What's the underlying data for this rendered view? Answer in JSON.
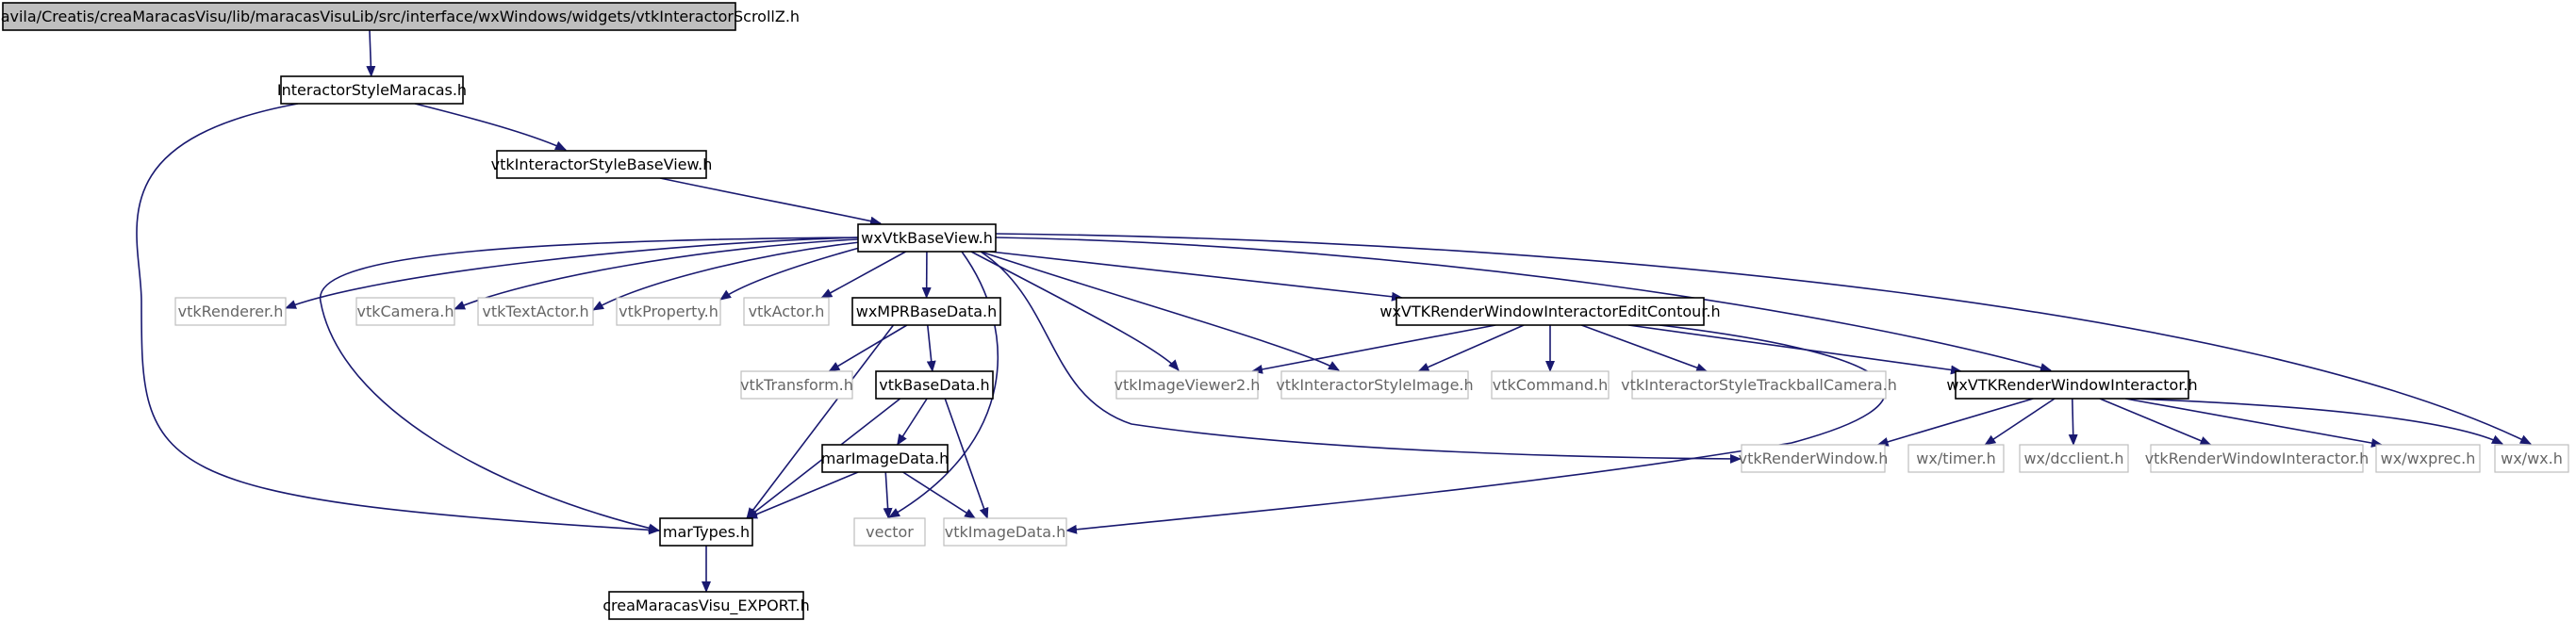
{
  "colors": {
    "edge": "#191970",
    "root_fill": "#bfbfbf",
    "node_border": "#000000",
    "external_border": "#bfbfbf",
    "external_text": "#666666"
  },
  "nodes": [
    {
      "id": "root",
      "label": "/Users/davila/Creatis/creaMaracasVisu/lib/maracasVisuLib/src/interface/wxWindows/widgets/vtkInteractorScrollZ.h",
      "kind": "root"
    },
    {
      "id": "ism",
      "label": "InteractorStyleMaracas.h",
      "kind": "internal"
    },
    {
      "id": "isbv",
      "label": "vtkInteractorStyleBaseView.h",
      "kind": "internal"
    },
    {
      "id": "wxvbv",
      "label": "wxVtkBaseView.h",
      "kind": "internal"
    },
    {
      "id": "renderer",
      "label": "vtkRenderer.h",
      "kind": "external"
    },
    {
      "id": "camera",
      "label": "vtkCamera.h",
      "kind": "external"
    },
    {
      "id": "textactor",
      "label": "vtkTextActor.h",
      "kind": "external"
    },
    {
      "id": "property",
      "label": "vtkProperty.h",
      "kind": "external"
    },
    {
      "id": "actor",
      "label": "vtkActor.h",
      "kind": "external"
    },
    {
      "id": "mpr",
      "label": "wxMPRBaseData.h",
      "kind": "internal"
    },
    {
      "id": "editcontour",
      "label": "wxVTKRenderWindowInteractorEditContour.h",
      "kind": "internal"
    },
    {
      "id": "transform",
      "label": "vtkTransform.h",
      "kind": "external"
    },
    {
      "id": "basedata",
      "label": "vtkBaseData.h",
      "kind": "internal"
    },
    {
      "id": "viewer2",
      "label": "vtkImageViewer2.h",
      "kind": "external"
    },
    {
      "id": "isimage",
      "label": "vtkInteractorStyleImage.h",
      "kind": "external"
    },
    {
      "id": "command",
      "label": "vtkCommand.h",
      "kind": "external"
    },
    {
      "id": "trackball",
      "label": "vtkInteractorStyleTrackballCamera.h",
      "kind": "external"
    },
    {
      "id": "rwi",
      "label": "wxVTKRenderWindowInteractor.h",
      "kind": "internal"
    },
    {
      "id": "marimage",
      "label": "marImageData.h",
      "kind": "internal"
    },
    {
      "id": "renderwindow",
      "label": "vtkRenderWindow.h",
      "kind": "external"
    },
    {
      "id": "timer",
      "label": "wx/timer.h",
      "kind": "external"
    },
    {
      "id": "dcclient",
      "label": "wx/dcclient.h",
      "kind": "external"
    },
    {
      "id": "vtkrwi",
      "label": "vtkRenderWindowInteractor.h",
      "kind": "external"
    },
    {
      "id": "wxprec",
      "label": "wx/wxprec.h",
      "kind": "external"
    },
    {
      "id": "wx",
      "label": "wx/wx.h",
      "kind": "external"
    },
    {
      "id": "martypes",
      "label": "marTypes.h",
      "kind": "internal"
    },
    {
      "id": "vector",
      "label": "vector",
      "kind": "external"
    },
    {
      "id": "imagedata",
      "label": "vtkImageData.h",
      "kind": "external"
    },
    {
      "id": "export",
      "label": "creaMaracasVisu_EXPORT.h",
      "kind": "internal"
    }
  ],
  "edges": [
    {
      "from": "root",
      "to": "ism"
    },
    {
      "from": "ism",
      "to": "isbv"
    },
    {
      "from": "ism",
      "to": "martypes"
    },
    {
      "from": "isbv",
      "to": "wxvbv"
    },
    {
      "from": "wxvbv",
      "to": "renderer"
    },
    {
      "from": "wxvbv",
      "to": "camera"
    },
    {
      "from": "wxvbv",
      "to": "textactor"
    },
    {
      "from": "wxvbv",
      "to": "property"
    },
    {
      "from": "wxvbv",
      "to": "actor"
    },
    {
      "from": "wxvbv",
      "to": "mpr"
    },
    {
      "from": "wxvbv",
      "to": "editcontour"
    },
    {
      "from": "wxvbv",
      "to": "viewer2"
    },
    {
      "from": "wxvbv",
      "to": "isimage"
    },
    {
      "from": "wxvbv",
      "to": "rwi"
    },
    {
      "from": "wxvbv",
      "to": "renderwindow"
    },
    {
      "from": "wxvbv",
      "to": "wx"
    },
    {
      "from": "wxvbv",
      "to": "martypes"
    },
    {
      "from": "wxvbv",
      "to": "vector"
    },
    {
      "from": "mpr",
      "to": "transform"
    },
    {
      "from": "mpr",
      "to": "basedata"
    },
    {
      "from": "mpr",
      "to": "martypes"
    },
    {
      "from": "basedata",
      "to": "marimage"
    },
    {
      "from": "basedata",
      "to": "martypes"
    },
    {
      "from": "basedata",
      "to": "imagedata"
    },
    {
      "from": "marimage",
      "to": "martypes"
    },
    {
      "from": "marimage",
      "to": "vector"
    },
    {
      "from": "marimage",
      "to": "imagedata"
    },
    {
      "from": "editcontour",
      "to": "viewer2"
    },
    {
      "from": "editcontour",
      "to": "isimage"
    },
    {
      "from": "editcontour",
      "to": "command"
    },
    {
      "from": "editcontour",
      "to": "trackball"
    },
    {
      "from": "editcontour",
      "to": "rwi"
    },
    {
      "from": "editcontour",
      "to": "imagedata"
    },
    {
      "from": "rwi",
      "to": "renderwindow"
    },
    {
      "from": "rwi",
      "to": "timer"
    },
    {
      "from": "rwi",
      "to": "dcclient"
    },
    {
      "from": "rwi",
      "to": "vtkrwi"
    },
    {
      "from": "rwi",
      "to": "wxprec"
    },
    {
      "from": "rwi",
      "to": "wx"
    },
    {
      "from": "martypes",
      "to": "export"
    }
  ]
}
